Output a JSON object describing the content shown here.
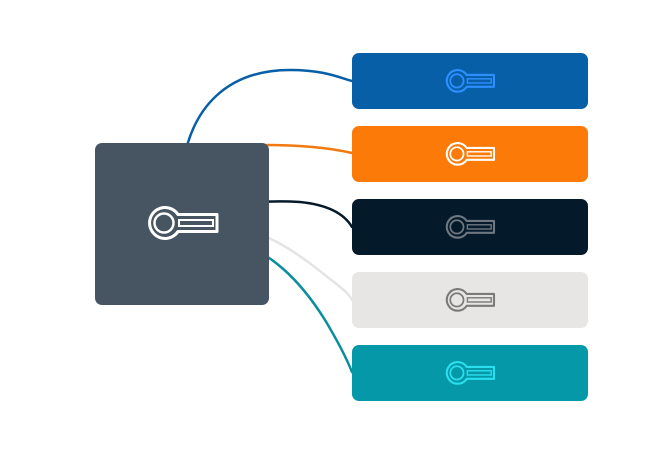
{
  "source": {
    "name": "source-box",
    "color": "#475563",
    "icon": "key-icon",
    "icon_color": "#ffffff"
  },
  "targets": [
    {
      "name": "target-box-blue",
      "color": "#075fa8",
      "icon": "key-icon",
      "icon_color": "#2f8fff",
      "line_color": "#075fa8"
    },
    {
      "name": "target-box-orange",
      "color": "#fb7a08",
      "icon": "key-icon",
      "icon_color": "#ffffff",
      "line_color": "#f07a10"
    },
    {
      "name": "target-box-navy",
      "color": "#041a2b",
      "icon": "key-icon",
      "icon_color": "#6f7780",
      "line_color": "#041a2b"
    },
    {
      "name": "target-box-light",
      "color": "#e7e6e4",
      "icon": "key-icon",
      "icon_color": "#7a7a7a",
      "line_color": "#e4e4e4"
    },
    {
      "name": "target-box-teal",
      "color": "#0598a9",
      "icon": "key-icon",
      "icon_color": "#2ae0ee",
      "line_color": "#0a8e9e"
    }
  ]
}
